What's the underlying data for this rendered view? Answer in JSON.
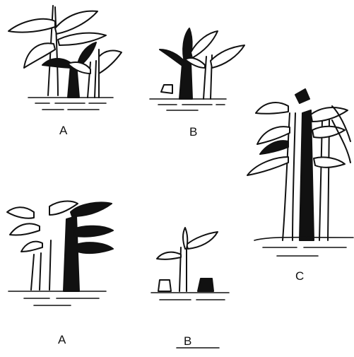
{
  "labels": {
    "top_left": "A",
    "top_middle": "B",
    "right": "C",
    "bottom_left": "A",
    "bottom_middle": "B"
  },
  "colors": {
    "ink": "#111111",
    "background": "#ffffff"
  }
}
